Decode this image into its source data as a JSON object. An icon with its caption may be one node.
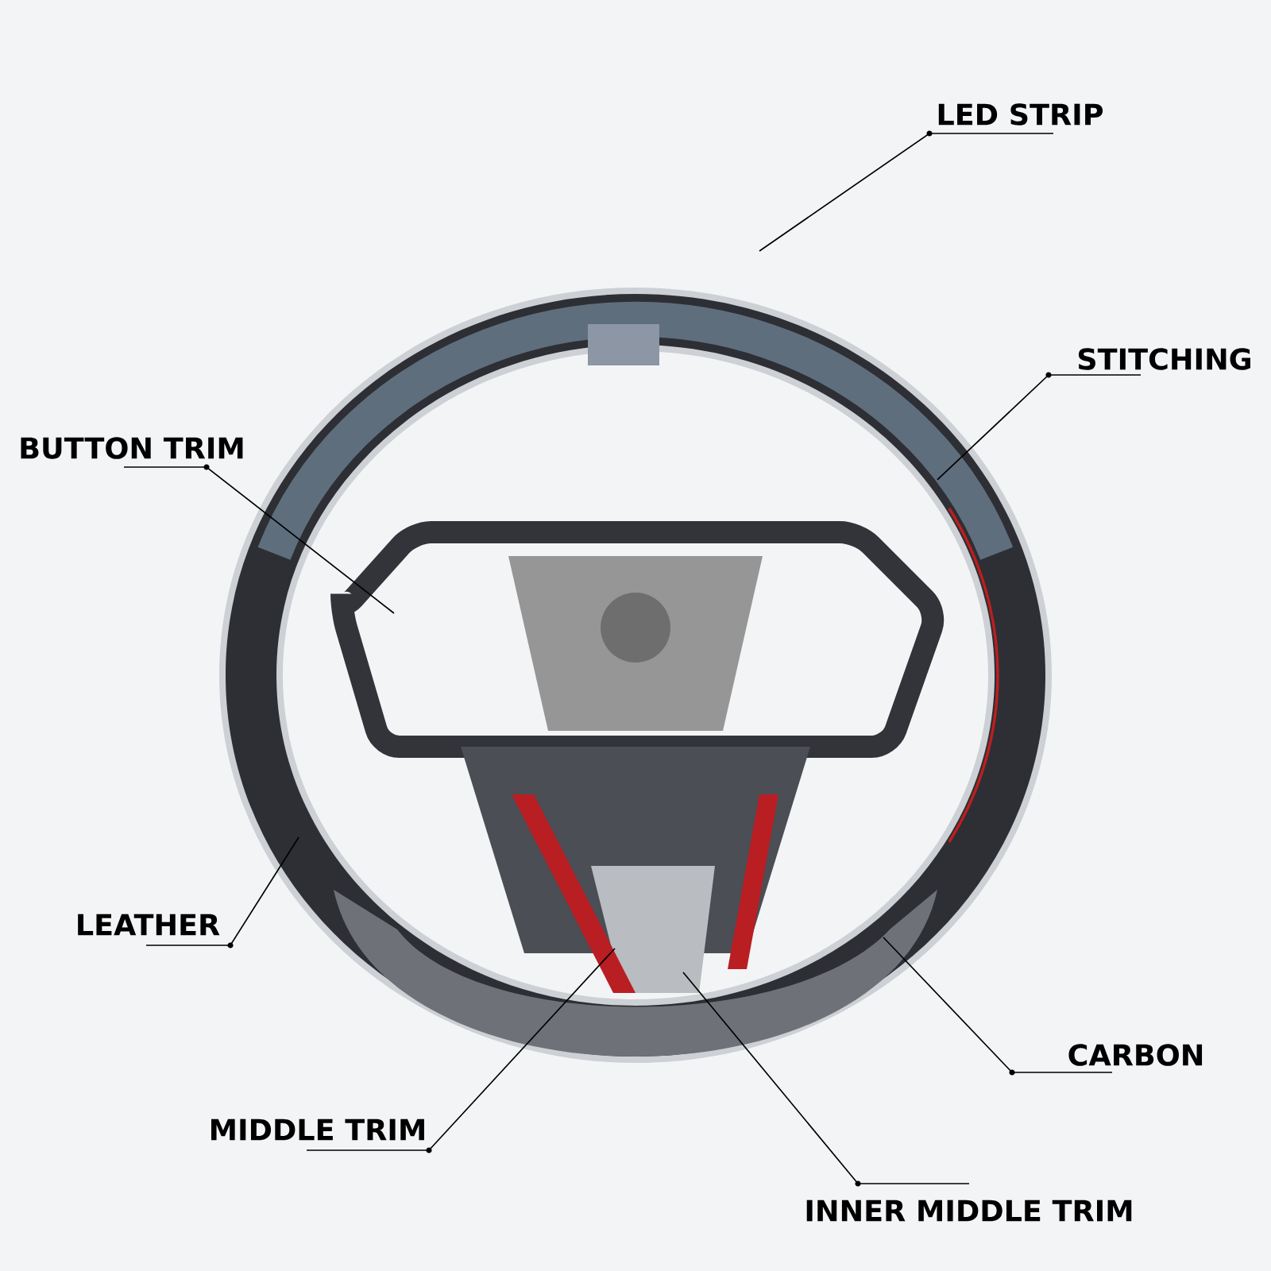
{
  "diagram": {
    "nodes": [
      {
        "text": [
          "LED STRIP"
        ]
      },
      {
        "text": [
          "STITCHING"
        ]
      },
      {
        "text": [
          "BUTTON TRIM"
        ]
      },
      {
        "text": [
          "LEATHER"
        ]
      },
      {
        "text": [
          "CARBON"
        ]
      },
      {
        "text": [
          "MIDDLE TRIM"
        ]
      },
      {
        "text": [
          "INNER MIDDLE TRIM"
        ]
      }
    ],
    "edges": [
      {
        "from": 0,
        "to": null,
        "arrow": "none"
      },
      {
        "from": 1,
        "to": null,
        "arrow": "none"
      },
      {
        "from": 2,
        "to": null,
        "arrow": "none"
      },
      {
        "from": 3,
        "to": null,
        "arrow": "none"
      },
      {
        "from": 4,
        "to": null,
        "arrow": "none"
      },
      {
        "from": 5,
        "to": null,
        "arrow": "none"
      },
      {
        "from": 6,
        "to": null,
        "arrow": "none"
      }
    ]
  }
}
